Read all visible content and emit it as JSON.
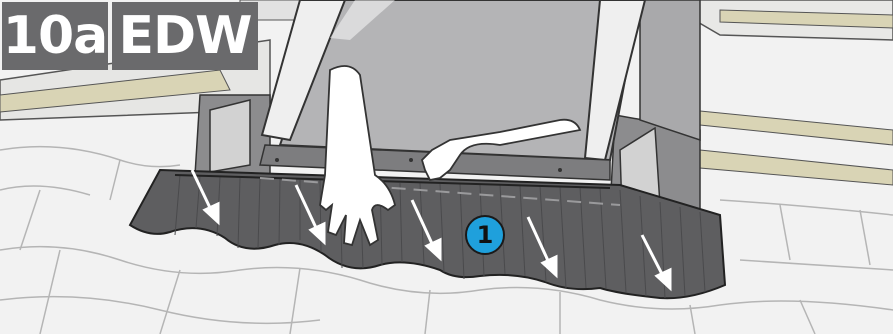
{
  "step_label": "10a",
  "model_label": "EDW",
  "callout_number": "1",
  "colors": {
    "label_background": "#6a6a6c",
    "callout_fill": "#1fa0dc",
    "flashing": "#5e5e60",
    "glass": "#b4b4b6",
    "tiles": "#f2f2f2"
  },
  "icons": [
    "arrow-down-icon",
    "hand-icon"
  ]
}
